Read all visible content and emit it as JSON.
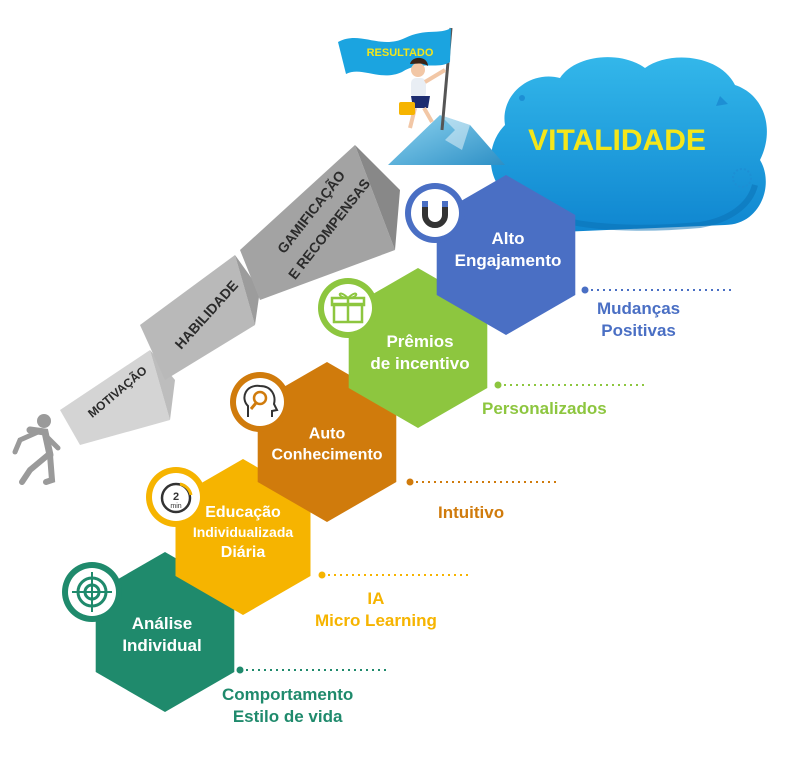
{
  "goal": {
    "flag": "RESULTADO",
    "cloud": "VITALIDADE"
  },
  "stairs": [
    "MOTIVAÇÃO",
    "HABILIDADE",
    [
      "GAMIFICAÇÃO",
      "E RECOMPENSAS"
    ]
  ],
  "steps": [
    {
      "id": "analise",
      "lines": [
        "Análise",
        "Individual"
      ],
      "color": "#1f8a6c",
      "icon": "target-icon",
      "outcome": [
        "Comportamento",
        "Estilo de vida"
      ],
      "outcome_color": "#1f8a6c"
    },
    {
      "id": "educacao",
      "lines": [
        "Educação",
        "Individualizada",
        "Diária"
      ],
      "color": "#f6b400",
      "icon": "timer-icon",
      "timer_text": [
        "2",
        "min"
      ],
      "outcome": [
        "IA",
        "Micro Learning"
      ],
      "outcome_color": "#f6b400"
    },
    {
      "id": "auto",
      "lines": [
        "Auto",
        "Conhecimento"
      ],
      "color": "#d07b0c",
      "icon": "head-search-icon",
      "outcome": [
        "Intuitivo"
      ],
      "outcome_color": "#d07b0c"
    },
    {
      "id": "premios",
      "lines": [
        "Prêmios",
        "de incentivo"
      ],
      "color": "#8dc63f",
      "icon": "gift-icon",
      "outcome": [
        "Personalizados"
      ],
      "outcome_color": "#8dc63f"
    },
    {
      "id": "alto",
      "lines": [
        "Alto",
        "Engajamento"
      ],
      "color": "#4a6fc4",
      "icon": "magnet-icon",
      "outcome": [
        "Mudanças",
        "Positivas"
      ],
      "outcome_color": "#4a6fc4"
    }
  ]
}
